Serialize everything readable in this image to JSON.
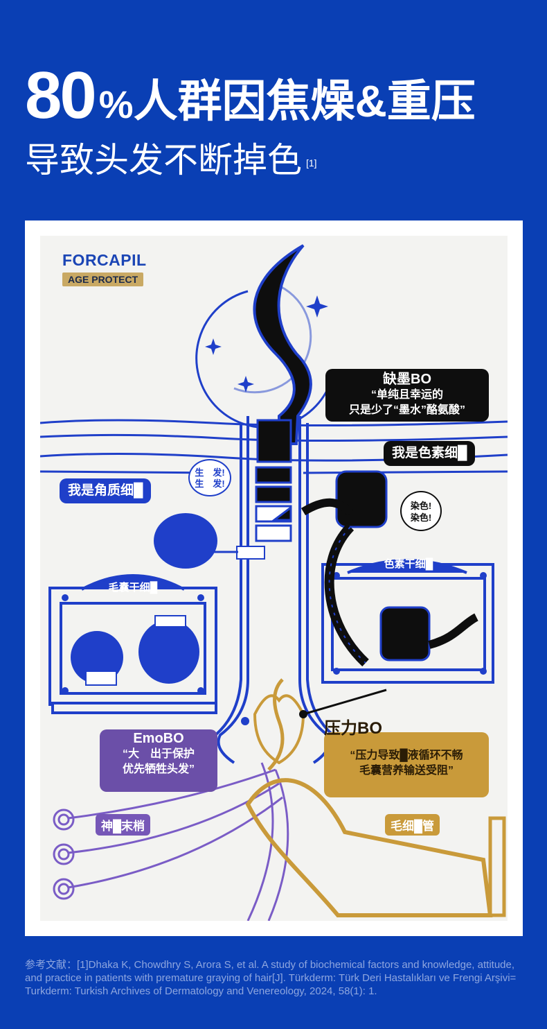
{
  "header": {
    "number": "80",
    "percent": "%",
    "title_rest": "人群因焦燥&重压",
    "subtitle": "导致头发不断掉色",
    "subtitle_ref": "[1]"
  },
  "brand": {
    "name": "FORCAPIL",
    "tagline": "AGE PROTECT"
  },
  "bubbles": {
    "quemo_title": "缺墨BO",
    "quemo_line1": "“单纯且幸运的",
    "quemo_line2": "只是少了“墨水”酪氨酸”",
    "pigment_cell": "我是色素细█",
    "keratin_cell": "我是角质细█",
    "shengfa": "生　发!",
    "shengfa2": "生　发!",
    "ranse": "染色!",
    "ranse2": "染色!",
    "emo_title": "EmoBO",
    "emo_line1": "“大　出于保护",
    "emo_line2": "优先牺牲头发”",
    "pressure_title": "压力BO",
    "pressure_line1": "“压力导致█液循环不畅",
    "pressure_line2": "毛囊营养输送受阻”"
  },
  "plates": {
    "follicle_stem": "毛囊干细█",
    "pigment_stem": "色素干细█"
  },
  "tags": {
    "nerve": "神█末梢",
    "capillary": "毛细█管"
  },
  "reference": "参考文献：[1]Dhaka K, Chowdhry S, Arora S, et al. A study of biochemical factors and knowledge, attitude, and practice in patients with premature graying of hair[J]. Türkderm: Türk Deri Hastalıkları ve Frengi Arşivi= Turkderm: Turkish Archives of Dermatology and Venereology, 2024, 58(1): 1.",
  "colors": {
    "background": "#0a3fb4",
    "accent_blue": "#1f3fc9",
    "gold": "#c99a3a",
    "purple": "#6b4fa8"
  }
}
